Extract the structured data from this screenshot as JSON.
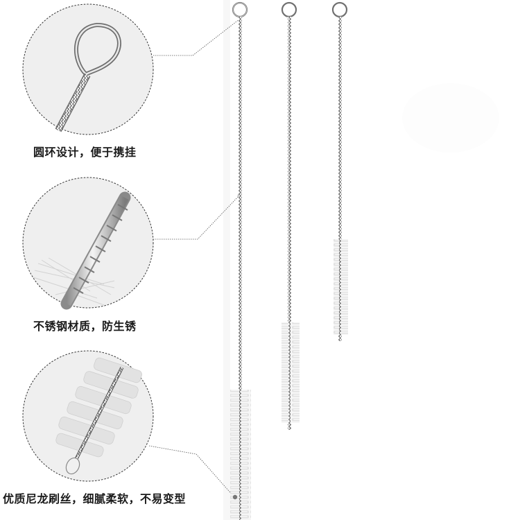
{
  "features": [
    {
      "id": "ring",
      "caption": "圆环设计，便于携挂",
      "detail": "ring-loop-closeup"
    },
    {
      "id": "steel",
      "caption": "不锈钢材质，防生锈",
      "detail": "twisted-steel-wire-closeup"
    },
    {
      "id": "nylon",
      "caption": "优质尼龙刷丝，细腻柔软，不易变型",
      "detail": "nylon-bristle-closeup"
    }
  ],
  "products": [
    {
      "name": "long-brush",
      "size": "large"
    },
    {
      "name": "medium-brush",
      "size": "medium"
    },
    {
      "name": "short-brush",
      "size": "small"
    }
  ],
  "colors": {
    "background": "#ffffff",
    "circle_fill": "#efefef",
    "dashed_border": "#333333",
    "wire": "#7a7a7a",
    "bristle": "#e4e4e4",
    "caption_text": "#1a1a1a"
  }
}
